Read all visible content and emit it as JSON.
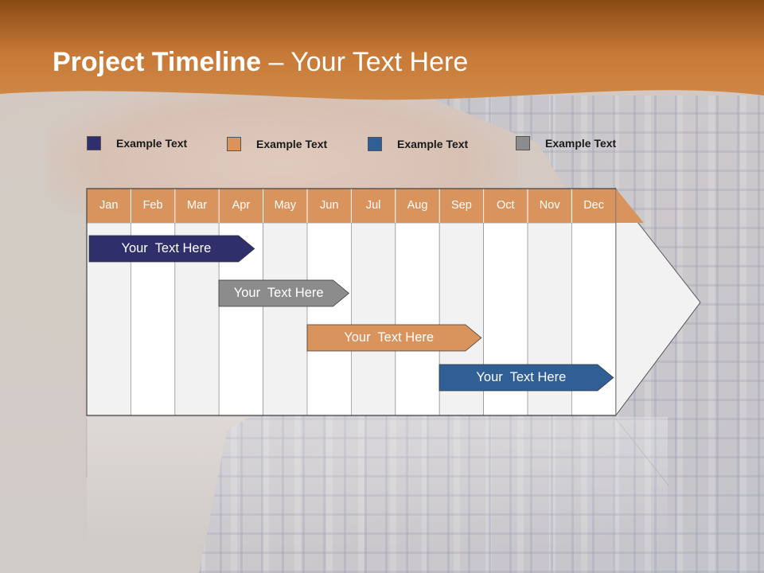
{
  "title": {
    "bold": "Project Timeline",
    "rest": " – Your Text Here"
  },
  "colors": {
    "header_orange": "#c87a38",
    "header_dark": "#8a4a14",
    "navy": "#2f2f6b",
    "orange": "#d9945e",
    "blue": "#2f5f94",
    "gray": "#8c8c8c",
    "month_bg": "#d9945e",
    "lane_light": "#f2f2f2",
    "lane_white": "#ffffff"
  },
  "legend": [
    {
      "label": "Example Text",
      "color": "#2f2f6b"
    },
    {
      "label": "Example Text",
      "color": "#d9945e"
    },
    {
      "label": "Example Text",
      "color": "#2f5f94"
    },
    {
      "label": "Example Text",
      "color": "#8c8c8c"
    }
  ],
  "months": [
    "Jan",
    "Feb",
    "Mar",
    "Apr",
    "May",
    "Jun",
    "Jul",
    "Aug",
    "Sep",
    "Oct",
    "Nov",
    "Dec"
  ],
  "bars": [
    {
      "label": "Your  Text Here",
      "start": 0,
      "end": 3.75,
      "color": "#2f2f6b"
    },
    {
      "label": "Your  Text Here",
      "start": 2.95,
      "end": 5.9,
      "color": "#8c8c8c"
    },
    {
      "label": "Your  Text Here",
      "start": 4.95,
      "end": 8.9,
      "color": "#d9945e"
    },
    {
      "label": "Your  Text Here",
      "start": 7.95,
      "end": 11.9,
      "color": "#2f5f94"
    }
  ]
}
